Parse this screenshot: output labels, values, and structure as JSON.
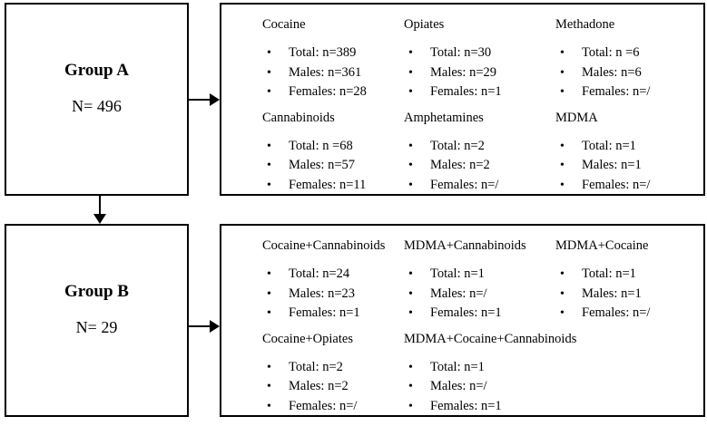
{
  "glyphs": {
    "bullet": "•"
  },
  "flow": {
    "group_a": {
      "title": "Group A",
      "n_label": "N= 496"
    },
    "group_b": {
      "title": "Group B",
      "n_label": "N= 29"
    },
    "group_a_details": {
      "blocks": [
        {
          "heading": "Cocaine",
          "items": [
            "Total: n=389",
            "Males: n=361",
            "Females: n=28"
          ]
        },
        {
          "heading": "Opiates",
          "items": [
            "Total: n=30",
            "Males: n=29",
            "Females: n=1"
          ]
        },
        {
          "heading": "Methadone",
          "items": [
            "Total: n =6",
            "Males: n=6",
            "Females: n=/"
          ]
        },
        {
          "heading": "Cannabinoids",
          "items": [
            "Total: n =68",
            "Males: n=57",
            "Females: n=11"
          ]
        },
        {
          "heading": "Amphetamines",
          "items": [
            "Total: n=2",
            "Males: n=2",
            "Females: n=/"
          ]
        },
        {
          "heading": "MDMA",
          "items": [
            "Total: n=1",
            "Males: n=1",
            "Females: n=/"
          ]
        }
      ]
    },
    "group_b_details": {
      "blocks": [
        {
          "heading": "Cocaine+Cannabinoids",
          "items": [
            "Total: n=24",
            "Males: n=23",
            "Females: n=1"
          ]
        },
        {
          "heading": "MDMA+Cannabinoids",
          "items": [
            "Total: n=1",
            "Males: n=/",
            "Females: n=1"
          ]
        },
        {
          "heading": "MDMA+Cocaine",
          "items": [
            "Total: n=1",
            "Males: n=1",
            "Females: n=/"
          ]
        },
        {
          "heading": "Cocaine+Opiates",
          "items": [
            "Total: n=2",
            "Males: n=2",
            "Females: n=/"
          ]
        },
        {
          "heading": "MDMA+Cocaine+Cannabinoids",
          "items": [
            "Total: n=1",
            "Males: n=/",
            "Females: n=1"
          ]
        }
      ]
    }
  }
}
